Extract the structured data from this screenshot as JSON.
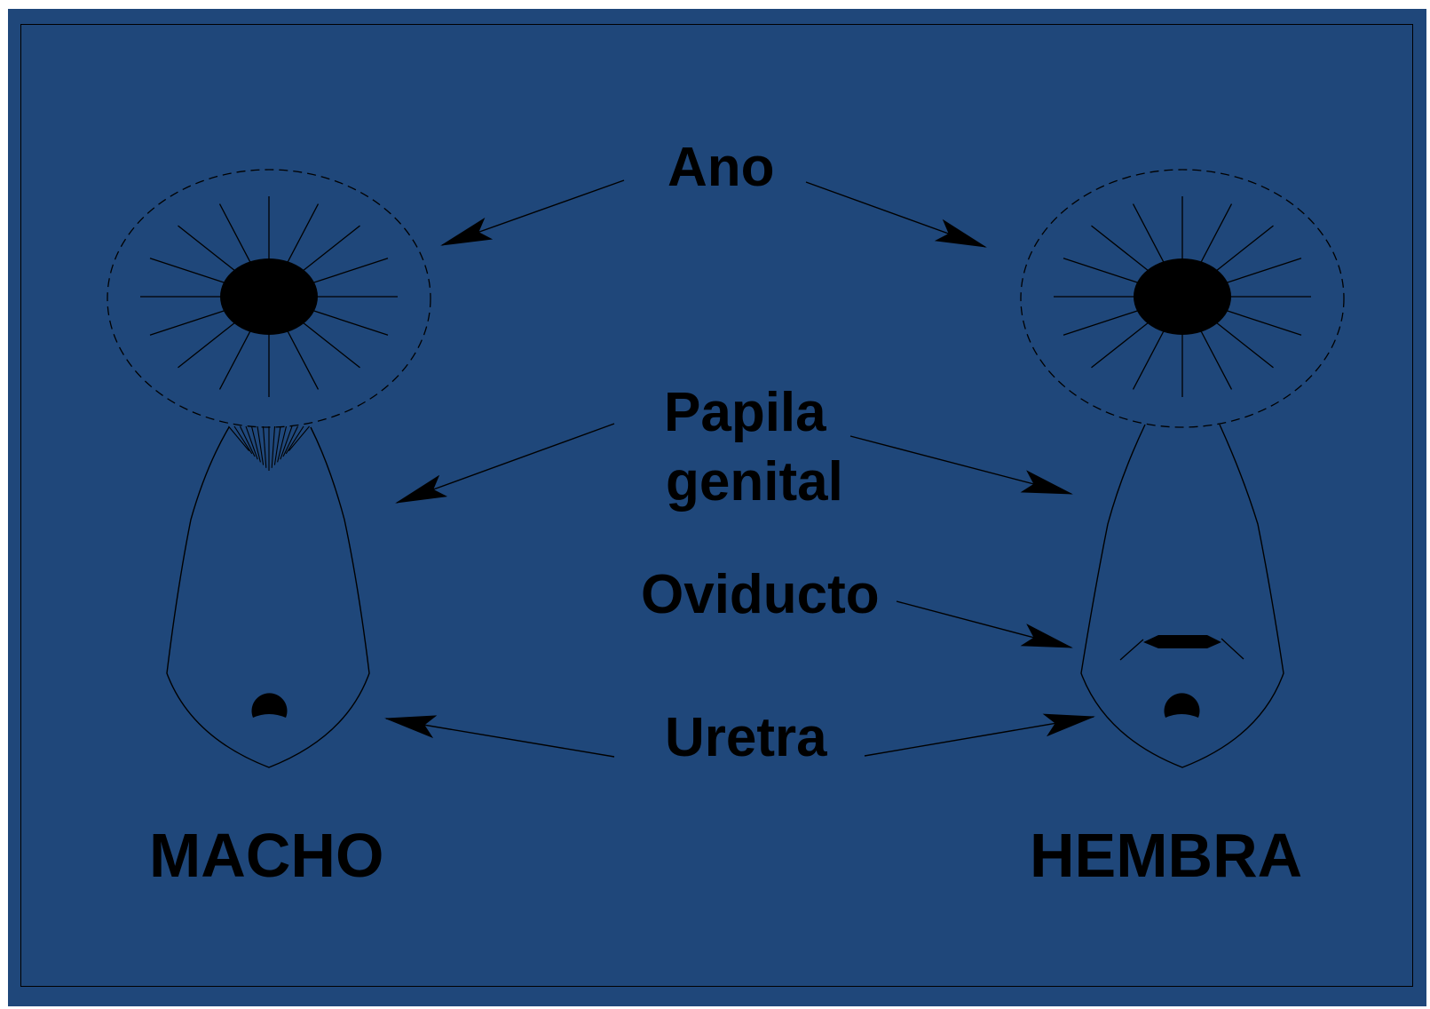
{
  "colors": {
    "background": "#1f477a",
    "ink": "#000000",
    "page": "#ffffff"
  },
  "labels": {
    "ano": "Ano",
    "papila_line1": "Papila",
    "papila_line2": "genital",
    "oviducto": "Oviducto",
    "uretra": "Uretra",
    "male": "MACHO",
    "female": "HEMBRA"
  }
}
